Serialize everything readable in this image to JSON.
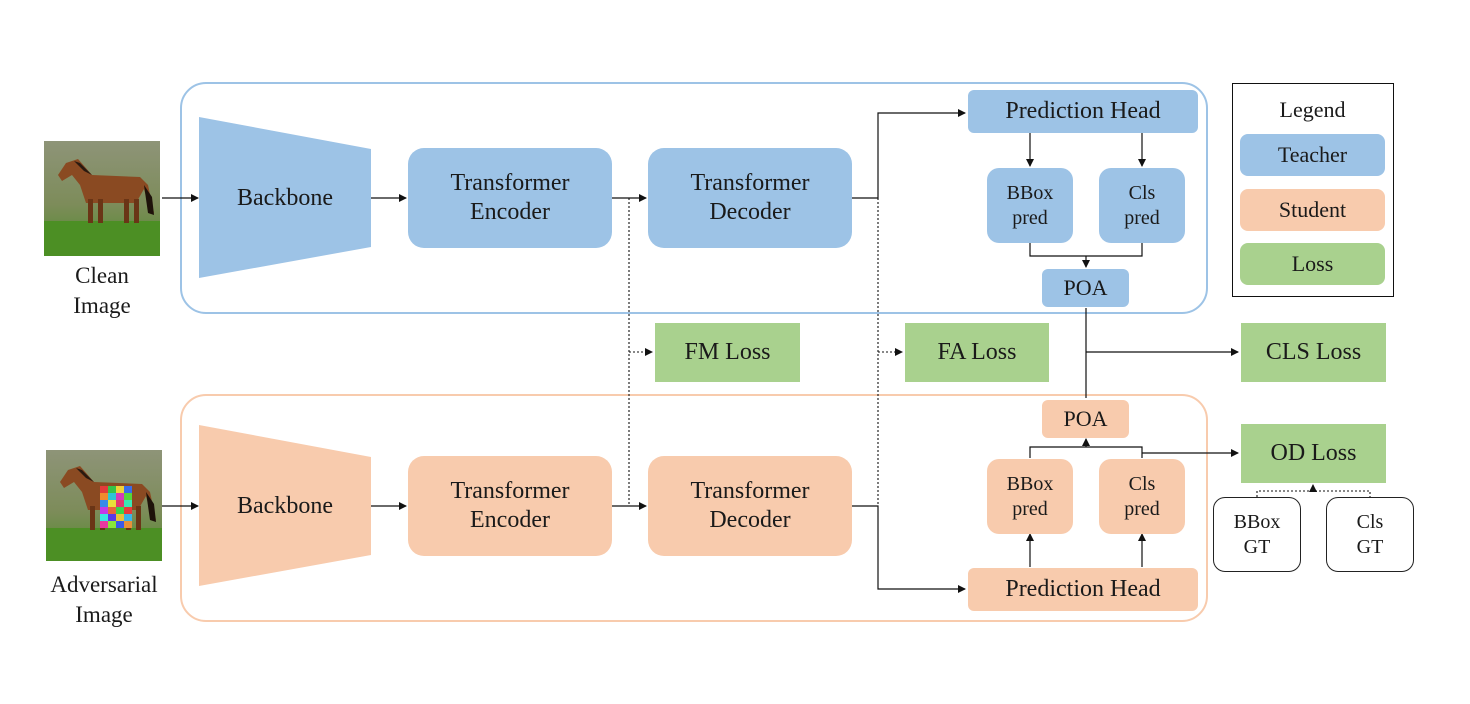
{
  "colors": {
    "teacher": "#9dc3e6",
    "student": "#f8cbad",
    "loss": "#a9d18e",
    "teacher_border": "#9dc3e6",
    "student_border": "#f8cbad"
  },
  "inputs": {
    "clean": {
      "line1": "Clean",
      "line2": "Image"
    },
    "adversarial": {
      "line1": "Adversarial",
      "line2": "Image"
    }
  },
  "teacher": {
    "backbone": "Backbone",
    "encoder": {
      "line1": "Transformer",
      "line2": "Encoder"
    },
    "decoder": {
      "line1": "Transformer",
      "line2": "Decoder"
    },
    "prediction_head": "Prediction Head",
    "bbox": {
      "line1": "BBox",
      "line2": "pred"
    },
    "cls": {
      "line1": "Cls",
      "line2": "pred"
    },
    "poa": "POA"
  },
  "student": {
    "backbone": "Backbone",
    "encoder": {
      "line1": "Transformer",
      "line2": "Encoder"
    },
    "decoder": {
      "line1": "Transformer",
      "line2": "Decoder"
    },
    "prediction_head": "Prediction Head",
    "bbox": {
      "line1": "BBox",
      "line2": "pred"
    },
    "cls": {
      "line1": "Cls",
      "line2": "pred"
    },
    "poa": "POA"
  },
  "losses": {
    "fm": "FM Loss",
    "fa": "FA Loss",
    "cls": "CLS Loss",
    "od": "OD Loss"
  },
  "ground_truth": {
    "bbox": {
      "line1": "BBox",
      "line2": "GT"
    },
    "cls": {
      "line1": "Cls",
      "line2": "GT"
    }
  },
  "legend": {
    "title": "Legend",
    "teacher": "Teacher",
    "student": "Student",
    "loss": "Loss"
  }
}
